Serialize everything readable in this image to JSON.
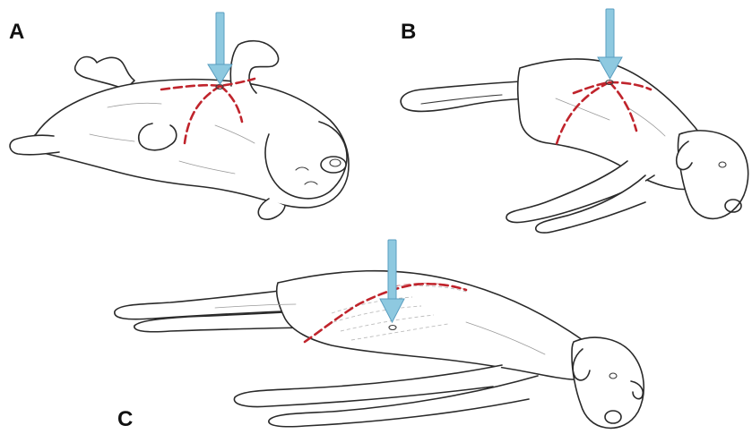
{
  "panels": [
    {
      "letter": "A"
    },
    {
      "letter": "B"
    },
    {
      "letter": "C"
    }
  ],
  "colors": {
    "arrow_fill": "#8ec9e0",
    "arrow_stroke": "#5a9ec0",
    "dashed_line": "#c0242c",
    "outline": "#2a2a2a",
    "background": "#ffffff"
  },
  "icons": {
    "arrow": "down-arrow-icon",
    "marker": "injection-site-marker-icon"
  }
}
